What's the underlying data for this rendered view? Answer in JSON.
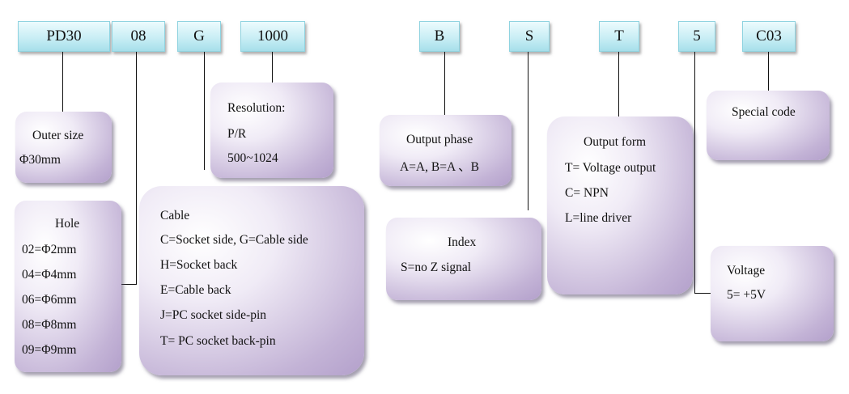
{
  "codes": {
    "outer_size": "PD30",
    "hole": "08",
    "cable": "G",
    "resolution": "1000",
    "output_phase": "B",
    "index": "S",
    "output_form": "T",
    "voltage": "5",
    "special_code": "C03"
  },
  "outer_size": {
    "title": "Outer size",
    "lines": [
      "Φ30mm"
    ]
  },
  "resolution": {
    "title": "Resolution:",
    "lines": [
      "P/R",
      "500~1024"
    ]
  },
  "hole": {
    "title": "Hole",
    "lines": [
      "02=Φ2mm",
      "04=Φ4mm",
      "06=Φ6mm",
      "08=Φ8mm",
      "09=Φ9mm"
    ]
  },
  "cable": {
    "title": "Cable",
    "lines": [
      "C=Socket side, G=Cable side",
      "H=Socket back",
      "E=Cable back",
      "J=PC socket side-pin",
      "T= PC socket back-pin"
    ]
  },
  "output_phase": {
    "title": "Output phase",
    "lines": [
      "A=A, B=A 、B"
    ]
  },
  "index": {
    "title": "Index",
    "lines": [
      "S=no Z signal"
    ]
  },
  "output_form": {
    "title": "Output form",
    "lines": [
      "T= Voltage output",
      "C= NPN",
      "L=line driver"
    ]
  },
  "special_code": {
    "title": "Special code"
  },
  "voltage": {
    "title": "Voltage",
    "lines": [
      "5= +5V"
    ]
  }
}
